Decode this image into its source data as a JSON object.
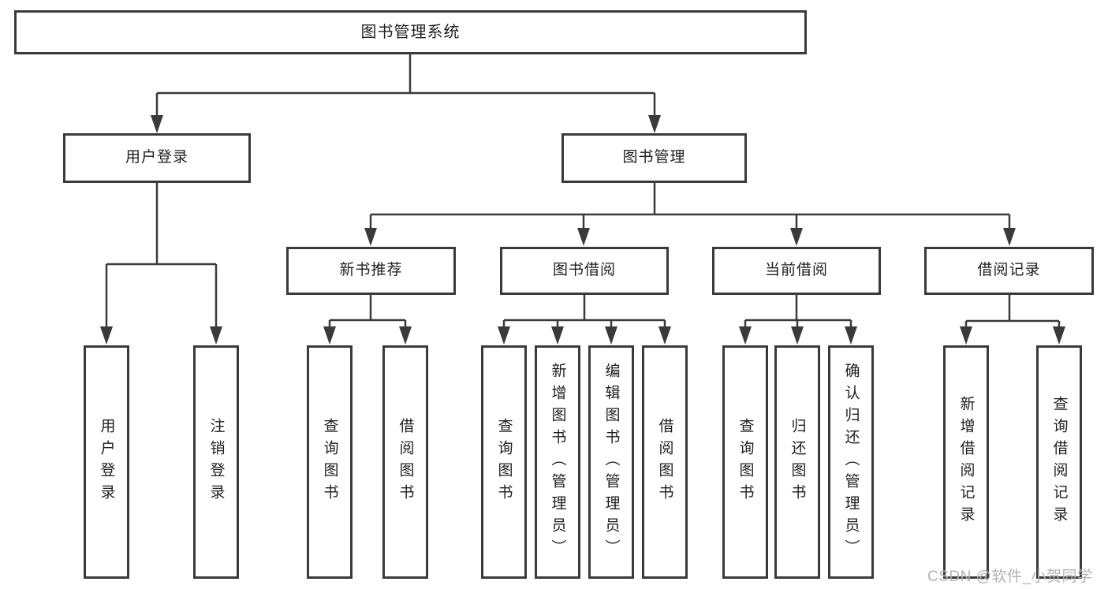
{
  "colors": {
    "line": "#3a3a3a",
    "box_border": "#3a3a3a",
    "text": "#1f1f1f",
    "watermark": "#b2b2b2",
    "bg": "#ffffff"
  },
  "watermark": {
    "text": "CSDN @软件_小贺同学"
  },
  "diagram": {
    "root": {
      "label": "图书管理系统"
    },
    "branches": [
      {
        "label": "用户登录",
        "children": [
          {
            "label": "用户登录"
          },
          {
            "label": "注销登录"
          }
        ]
      },
      {
        "label": "图书管理",
        "children": [
          {
            "label": "新书推荐",
            "children": [
              {
                "label": "查询图书"
              },
              {
                "label": "借阅图书"
              }
            ]
          },
          {
            "label": "图书借阅",
            "children": [
              {
                "label": "查询图书"
              },
              {
                "label": "新增图书（管理员）"
              },
              {
                "label": "编辑图书（管理员）"
              },
              {
                "label": "借阅图书"
              }
            ]
          },
          {
            "label": "当前借阅",
            "children": [
              {
                "label": "查询图书"
              },
              {
                "label": "归还图书"
              },
              {
                "label": "确认归还（管理员）"
              }
            ]
          },
          {
            "label": "借阅记录",
            "children": [
              {
                "label": "新增借阅记录"
              },
              {
                "label": "查询借阅记录"
              }
            ]
          }
        ]
      }
    ]
  }
}
